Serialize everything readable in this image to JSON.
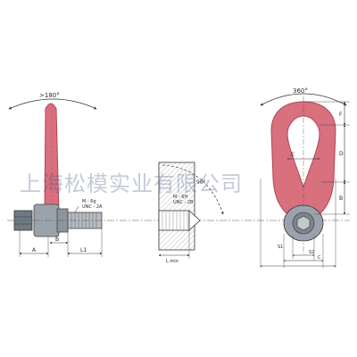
{
  "colors": {
    "ring": "#cc5b6a",
    "ring_fill": "#d9707e",
    "steel": "#9aa3ab",
    "steel_dark": "#55606a",
    "line": "#333333",
    "hatch": "#b7b7b7",
    "watermark": "#3c5078"
  },
  "labels": {
    "angle_left": ">180°",
    "angle_mid": "90°",
    "angle_right": "360°",
    "dim_A": "A",
    "dim_B": "B",
    "dim_L1": "L1",
    "thread_left_1": "M - 6g",
    "thread_left_2": "UNC - 2A",
    "thread_mid_1": "M - 6H",
    "thread_mid_2": "UNC - 2B",
    "dim_Lmin": "L min",
    "dim_E": "E",
    "dim_F": "F",
    "dim_D": "D",
    "dim_B_right": "B",
    "dim_S1": "S1",
    "dim_S2": "S2",
    "dim_C": "C"
  },
  "watermark": "上海松模实业有限公司"
}
